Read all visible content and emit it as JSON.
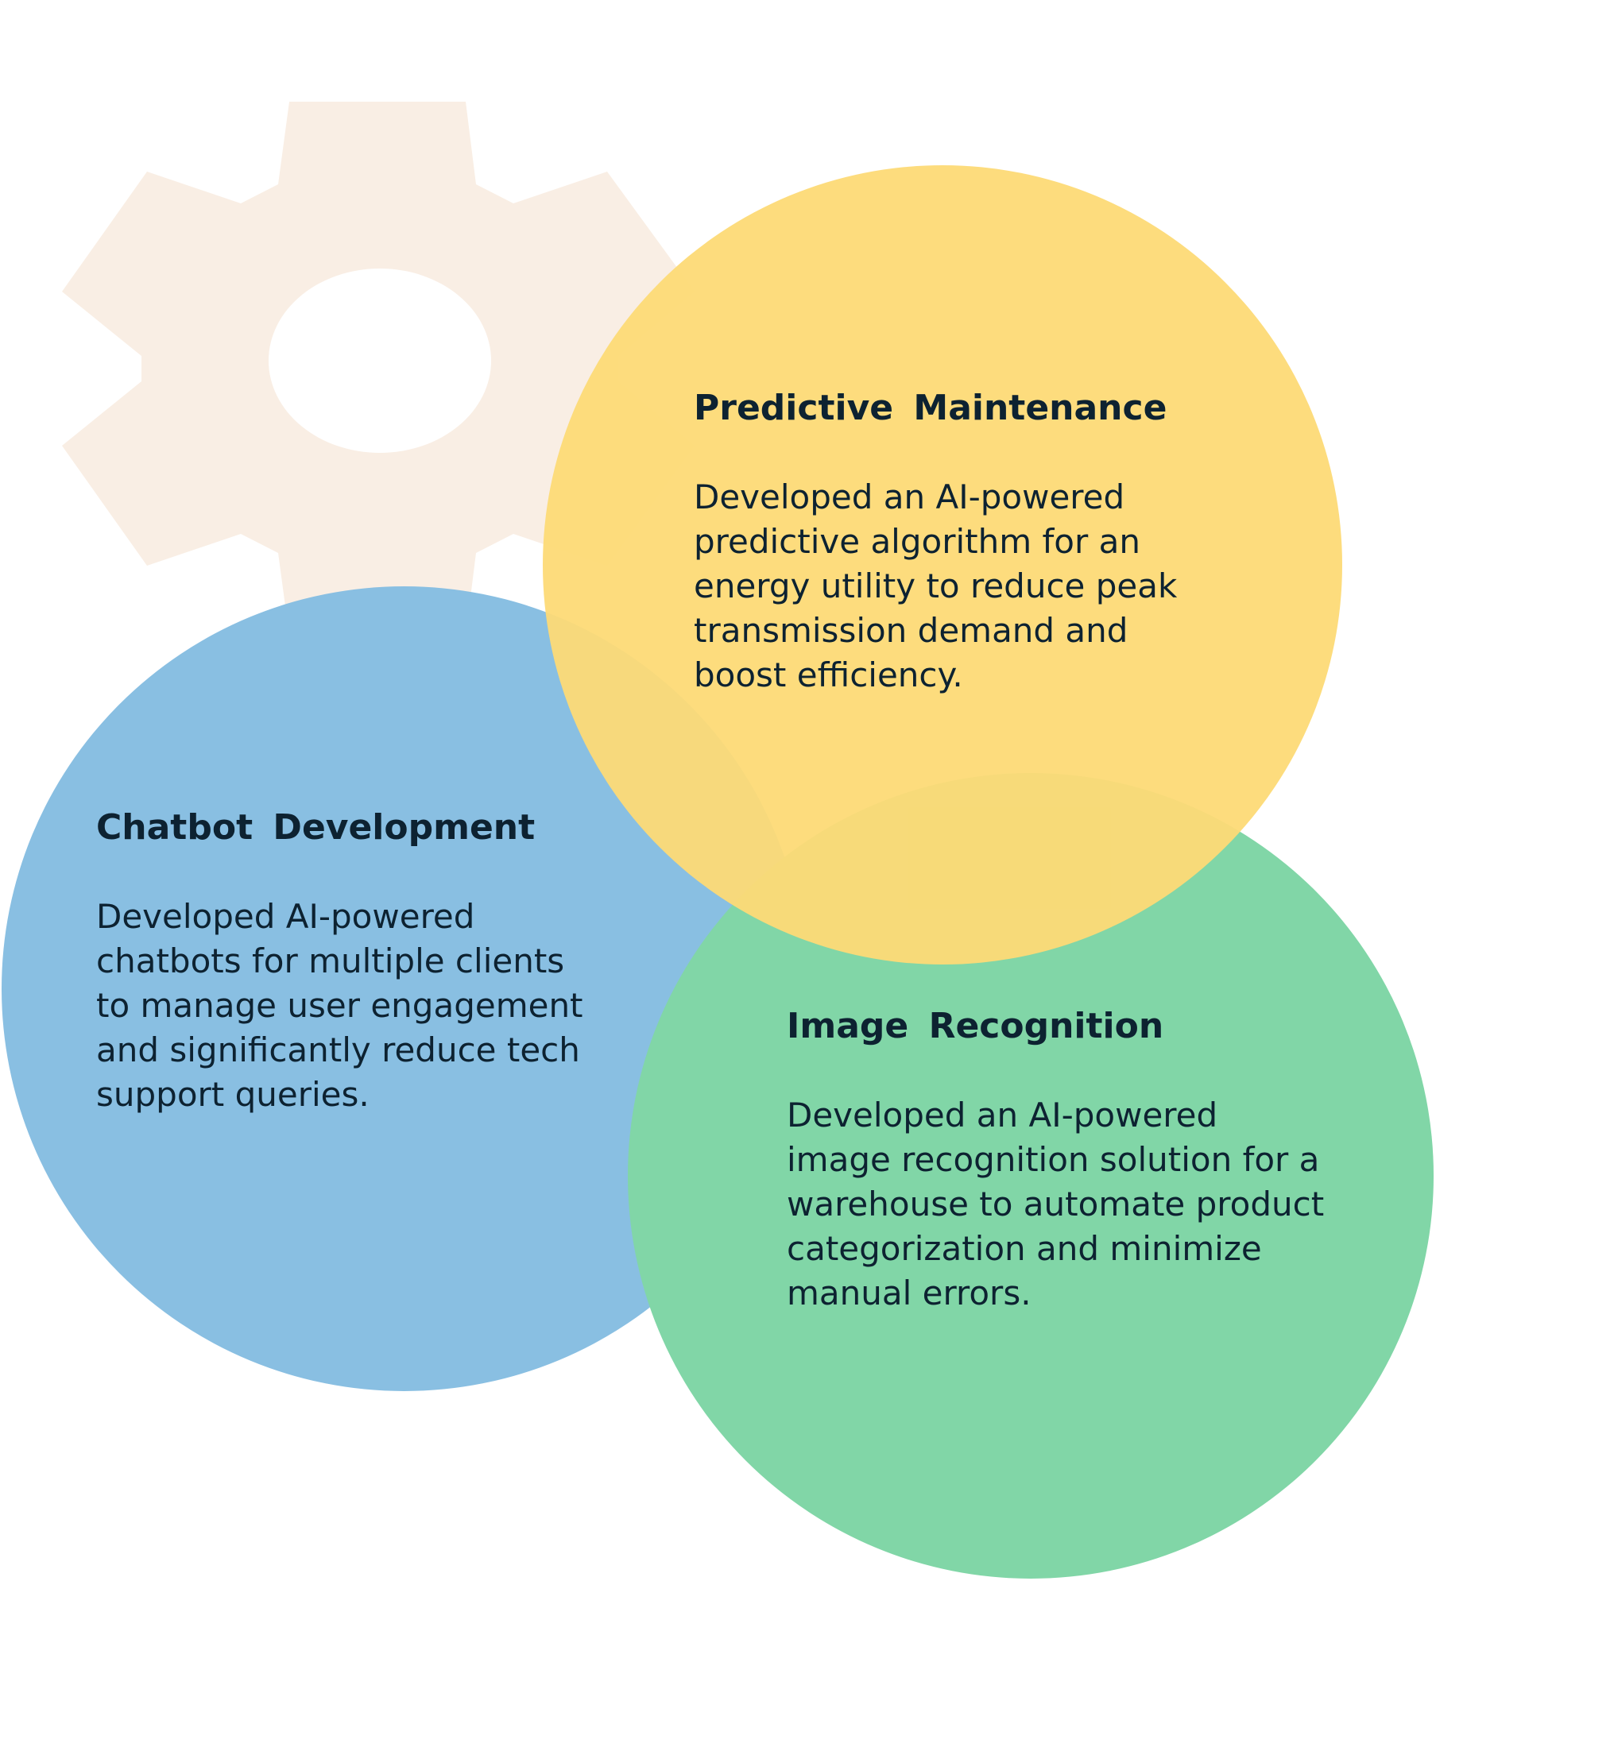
{
  "colors": {
    "gear": "#f9eee4",
    "blue_circle": "#89bfe2",
    "yellow_circle": "#fdda76",
    "green_circle": "#81d6a7",
    "text": "#0d2231"
  },
  "icons": {
    "background": "gear-icon"
  },
  "cards": {
    "predictive": {
      "title": "Predictive  Maintenance",
      "body": "Developed an AI-powered predictive algorithm for an energy utility to reduce peak transmission demand and boost efficiency."
    },
    "chatbot": {
      "title": "Chatbot  Development",
      "body": "Developed AI-powered chatbots for multiple clients to manage user engagement and significantly reduce tech support queries."
    },
    "image": {
      "title": "Image  Recognition",
      "body": "Developed an AI-powered image recognition solution for a warehouse to automate product categorization and minimize manual errors."
    }
  }
}
